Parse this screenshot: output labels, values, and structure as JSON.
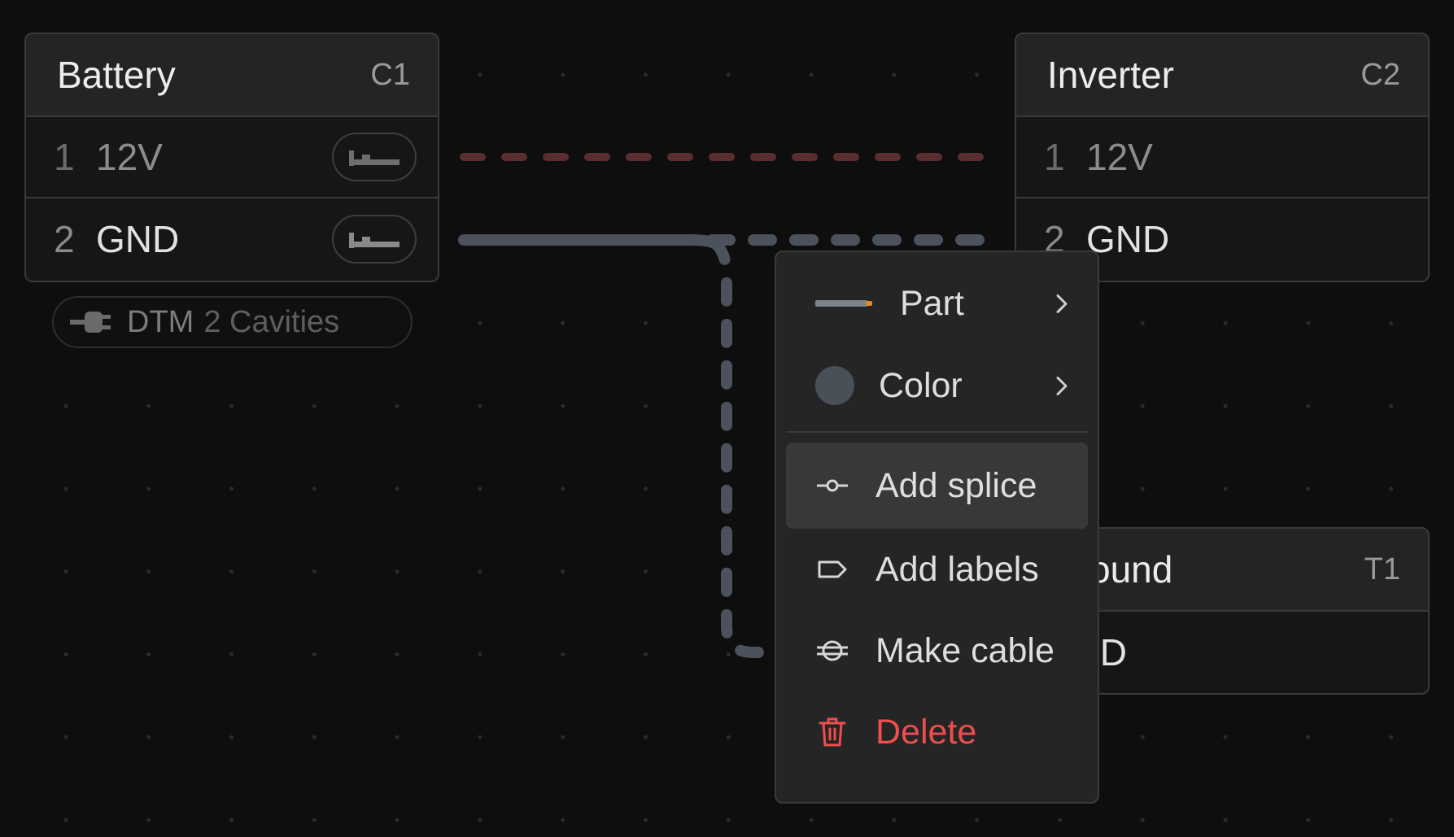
{
  "connectors": {
    "battery": {
      "title": "Battery",
      "ref": "C1",
      "pins": [
        {
          "num": "1",
          "name": "12V"
        },
        {
          "num": "2",
          "name": "GND"
        }
      ]
    },
    "inverter": {
      "title": "Inverter",
      "ref": "C2",
      "pins": [
        {
          "num": "1",
          "name": "12V"
        },
        {
          "num": "2",
          "name": "GND"
        }
      ]
    },
    "ground": {
      "title": "ound",
      "ref": "T1",
      "pins": [
        {
          "name": "ID"
        }
      ]
    }
  },
  "dtm_pill": {
    "label": "DTM",
    "cavities": "2 Cavities"
  },
  "context_menu": {
    "part": "Part",
    "color": "Color",
    "add_splice": "Add splice",
    "add_labels": "Add labels",
    "make_cable": "Make cable",
    "delete": "Delete"
  },
  "colors": {
    "wire_12v": "#5a2e2e",
    "wire_gnd": "#4b525b",
    "danger": "#ee4e4e",
    "part_accent": "#e08a2a"
  },
  "icons": {
    "terminal": "terminal-icon",
    "plug": "plug-icon",
    "splice": "splice-icon",
    "label": "label-tag-icon",
    "cable": "cable-icon",
    "delete": "trash-icon",
    "chevron": "chevron-right-icon"
  }
}
